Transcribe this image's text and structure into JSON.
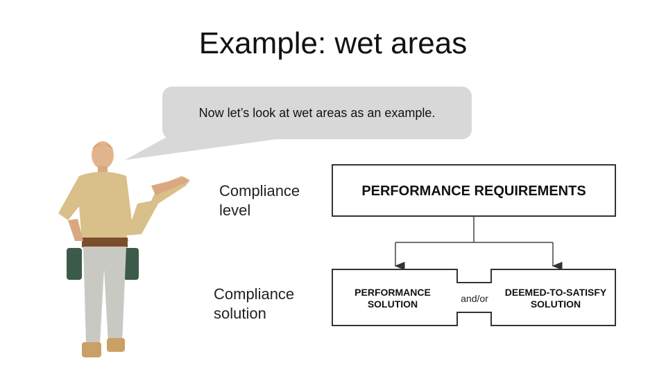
{
  "slide": {
    "title": "Example: wet areas",
    "bubble_text": "Now let’s look at wet areas as an example."
  },
  "labels": {
    "compliance_level": "Compliance\nlevel",
    "compliance_solution": "Compliance\nsolution"
  },
  "diagram": {
    "top_box": "PERFORMANCE REQUIREMENTS",
    "left_solution": "PERFORMANCE\nSOLUTION",
    "right_solution": "DEEMED-TO-SATISFY\nSOLUTION",
    "connector": "and/or"
  },
  "colors": {
    "bubble": "#d8d8d8",
    "box_border": "#333333"
  }
}
